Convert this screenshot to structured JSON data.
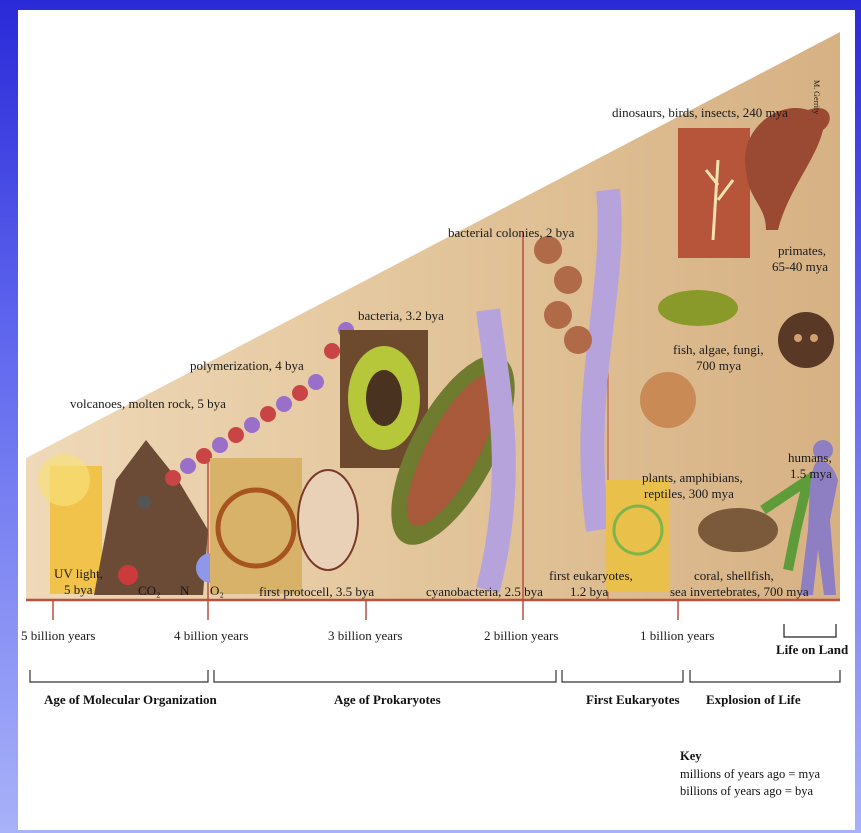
{
  "credit": "M. Gerrity",
  "events": {
    "uv_light": "UV light,",
    "uv_light_time": "5 bya",
    "co2": "CO₂",
    "n": "N",
    "o2": "O₂",
    "volcanoes": "volcanoes, molten rock, 5 bya",
    "polymerization": "polymerization, 4 bya",
    "bacteria": "bacteria, 3.2 bya",
    "first_protocell": "first protocell, 3.5 bya",
    "cyanobacteria": "cyanobacteria, 2.5 bya",
    "bacterial_colonies": "bacterial colonies, 2 bya",
    "first_eukaryotes": "first eukaryotes,",
    "first_eukaryotes_time": "1.2 bya",
    "dinosaurs": "dinosaurs, birds, insects, 240 mya",
    "primates": "primates,",
    "primates_time": "65-40 mya",
    "fish": "fish, algae, fungi,",
    "fish_time": "700 mya",
    "humans": "humans,",
    "humans_time": "1.5 mya",
    "plants": "plants, amphibians,",
    "plants_time": "reptiles, 300 mya",
    "coral": "coral, shellfish,",
    "coral_time": "sea invertebrates, 700 mya"
  },
  "timeline": {
    "ticks": [
      "5 billion years",
      "4 billion years",
      "3 billion years",
      "2 billion years",
      "1 billion years"
    ],
    "life_on_land": "Life on Land"
  },
  "eras": [
    "Age of Molecular Organization",
    "Age of Prokaryotes",
    "First Eukaryotes",
    "Explosion of Life"
  ],
  "key": {
    "title": "Key",
    "line1": "millions of years ago = mya",
    "line2": "billions of years ago = bya"
  },
  "colors": {
    "wedge": "#e2c7a0",
    "timeline": "#b8513f",
    "background": "#3a3ae0"
  }
}
